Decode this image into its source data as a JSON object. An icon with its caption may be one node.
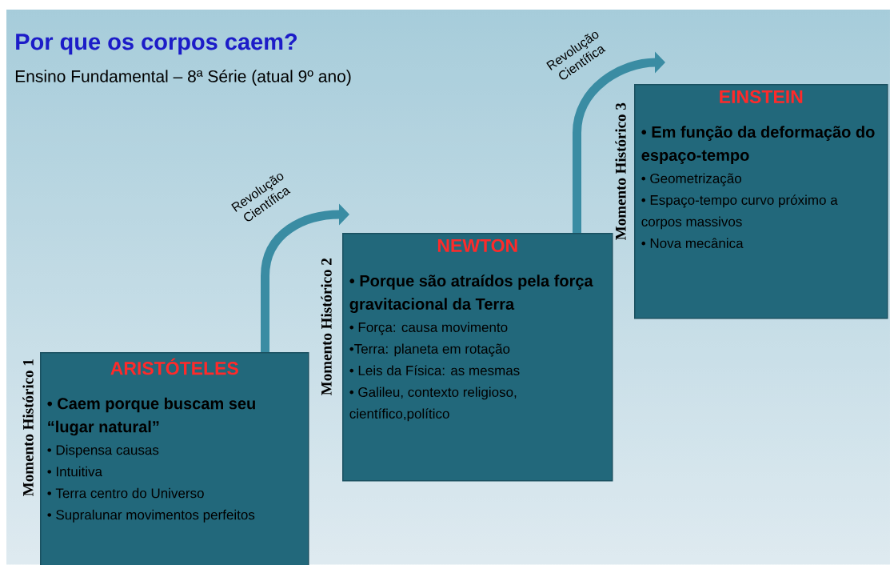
{
  "diagram": {
    "title": "Por que os corpos caem?",
    "nodes": [
      {
        "text": [
          "ARISTÓTELES",
          "• Caem porque buscam seu “lugar natural”",
          "• Dispensa causas",
          "• Intuitiva",
          "• Terra centro do Universo",
          "• Supralunar movimentos perfeitos"
        ],
        "beside": [
          "Momento Histórico 1"
        ]
      },
      {
        "text": [
          "NEWTON",
          "• Porque são atraídos pela força gravitacional da Terra",
          "• Força: causa movimento",
          "•Terra: planeta em rotação",
          "• Leis da Física: as mesmas",
          "• Galileu, contexto religioso, científico,político"
        ],
        "beside": [
          "Momento Histórico 2"
        ]
      },
      {
        "text": [
          "EINSTEIN",
          "• Em função da deformação do espaço-tempo",
          "• Geometrização",
          "• Espaço-tempo curvo próximo a corpos massivos",
          "• Nova mecânica"
        ],
        "beside": [
          "Momento Histórico 3"
        ]
      }
    ],
    "edges": [
      {
        "from": 0,
        "to": 1,
        "arrow": "to",
        "label": "Revolução Científica"
      },
      {
        "from": 1,
        "to": 2,
        "arrow": "to",
        "label": "Revolução Científica"
      }
    ],
    "labels": [
      "Ensino Fundamental – 8ª Série (atual 9º ano)"
    ]
  }
}
